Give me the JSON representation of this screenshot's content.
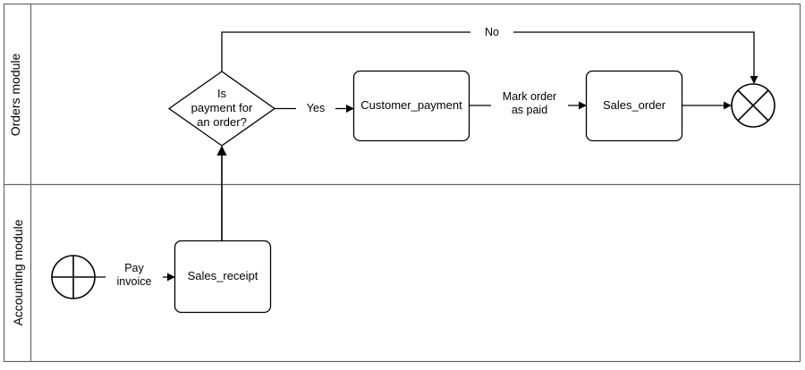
{
  "diagram": {
    "type": "bpmn-process-flow",
    "title": "",
    "stroke_color": "#000000",
    "lane_border_color": "#666666",
    "background_color": "#ffffff",
    "lanes": [
      {
        "id": "orders",
        "label": "Orders module"
      },
      {
        "id": "accounting",
        "label": "Accounting module"
      }
    ],
    "nodes": [
      {
        "id": "start-event",
        "lane": "accounting",
        "shape": "circle-cross",
        "label": ""
      },
      {
        "id": "sales-receipt",
        "lane": "accounting",
        "shape": "task",
        "label": "Sales_receipt"
      },
      {
        "id": "payment-gateway",
        "lane": "orders",
        "shape": "diamond",
        "label": "Is\npayment for\nan order?"
      },
      {
        "id": "customer-payment",
        "lane": "orders",
        "shape": "task",
        "label": "Customer_payment"
      },
      {
        "id": "sales-order",
        "lane": "orders",
        "shape": "task",
        "label": "Sales_order"
      },
      {
        "id": "end-event",
        "lane": "orders",
        "shape": "circle-x",
        "label": ""
      }
    ],
    "edges": [
      {
        "id": "start-to-receipt",
        "from": "start-event",
        "to": "sales-receipt",
        "label": "Pay\ninvoice"
      },
      {
        "id": "receipt-to-gateway",
        "from": "sales-receipt",
        "to": "payment-gateway",
        "label": ""
      },
      {
        "id": "gateway-yes",
        "from": "payment-gateway",
        "to": "customer-payment",
        "label": "Yes"
      },
      {
        "id": "payment-to-order",
        "from": "customer-payment",
        "to": "sales-order",
        "label": "Mark order\nas paid"
      },
      {
        "id": "order-to-end",
        "from": "sales-order",
        "to": "end-event",
        "label": ""
      },
      {
        "id": "gateway-no",
        "from": "payment-gateway",
        "to": "end-event",
        "label": "No"
      }
    ]
  }
}
